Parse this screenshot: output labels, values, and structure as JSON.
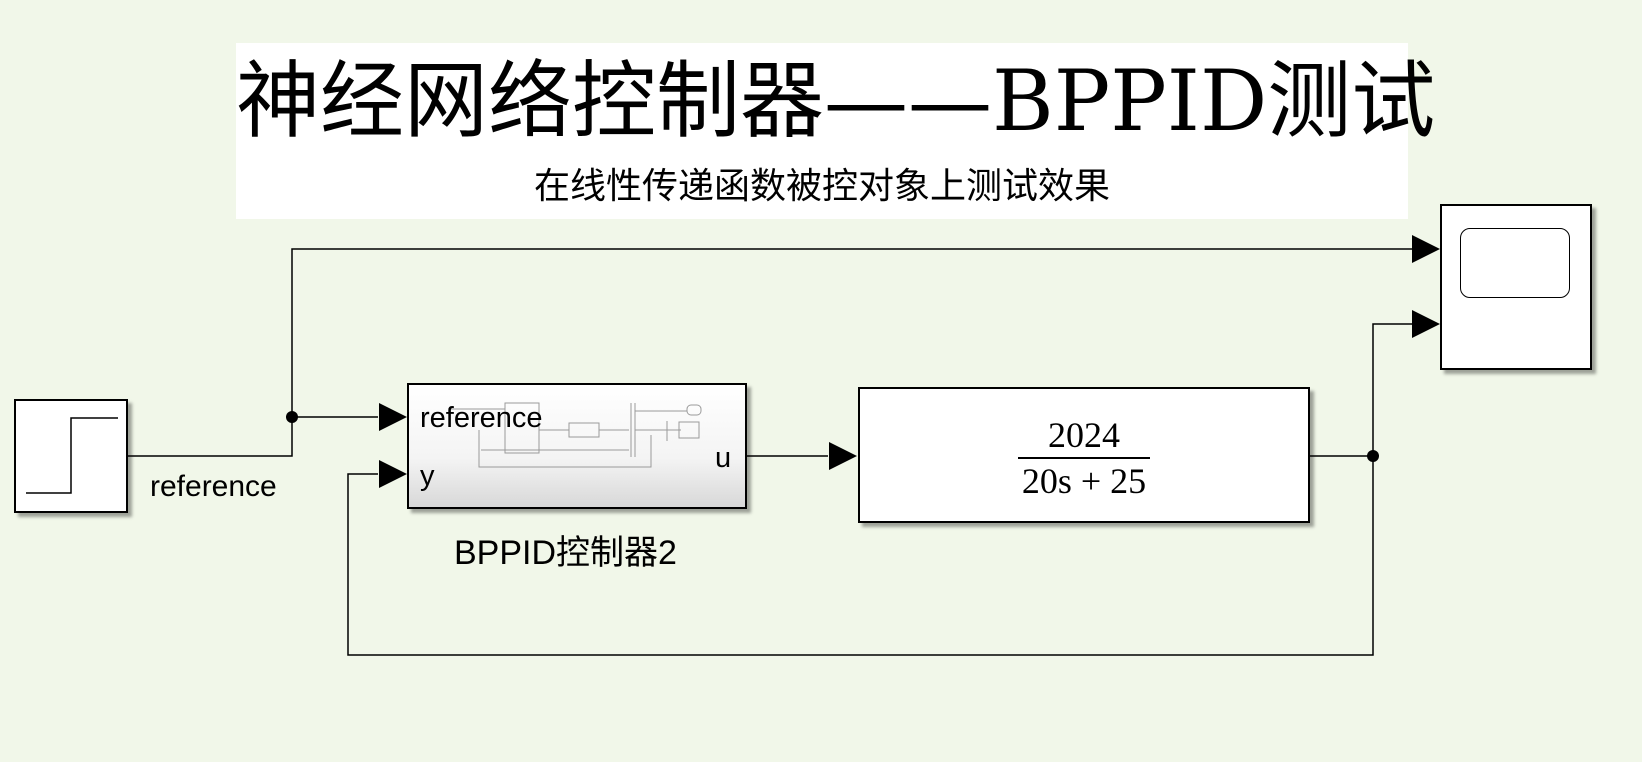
{
  "title": {
    "main": "神经网络控制器——BPPID测试",
    "subtitle": "在线性传递函数被控对象上测试效果"
  },
  "blocks": {
    "step": {
      "signal_label": "reference"
    },
    "controller": {
      "name": "BPPID控制器2",
      "port_reference": "reference",
      "port_y": "y",
      "port_u": "u"
    },
    "transfer_function": {
      "numerator": "2024",
      "denominator": "20s + 25"
    },
    "scope": {}
  },
  "colors": {
    "canvas_background": "#f1f7e9",
    "block_fill": "#ffffff",
    "line": "#000000"
  }
}
